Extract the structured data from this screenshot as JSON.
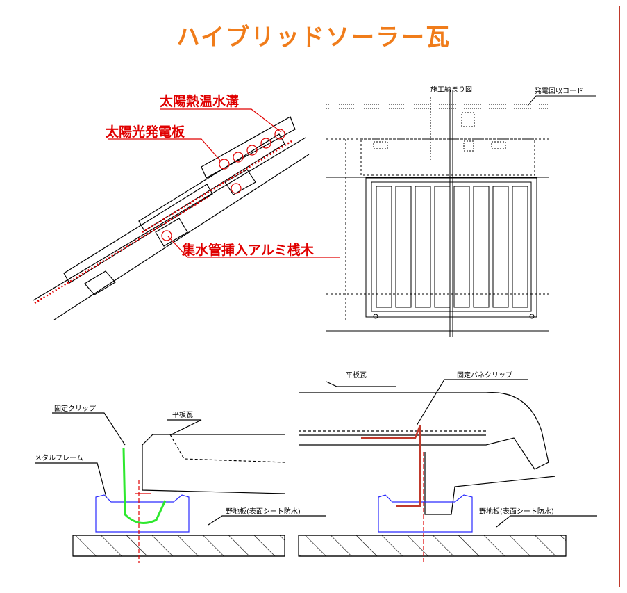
{
  "title": "ハイブリッドソーラー瓦",
  "top_left": {
    "label_water_channel": "太陽熱温水溝",
    "label_pv_panel": "太陽光発電板",
    "label_batten": "集水管挿入アルミ桟木"
  },
  "top_right": {
    "label_install": "施工納まり図",
    "label_cord": "発電回収コード"
  },
  "bottom_left": {
    "label_clip": "固定クリップ",
    "label_tile": "平板瓦",
    "label_frame": "メタルフレーム",
    "label_board": "野地板(表面シート防水)"
  },
  "bottom_right": {
    "label_tile": "平板瓦",
    "label_spring_clip": "固定バネクリップ",
    "label_board": "野地板(表面シート防水)"
  },
  "colors": {
    "title": "#f07c1a",
    "frame": "#c0392b",
    "red_label": "#e00000",
    "clip_green": "#2ee82e",
    "frame_blue": "#2a2aff"
  }
}
